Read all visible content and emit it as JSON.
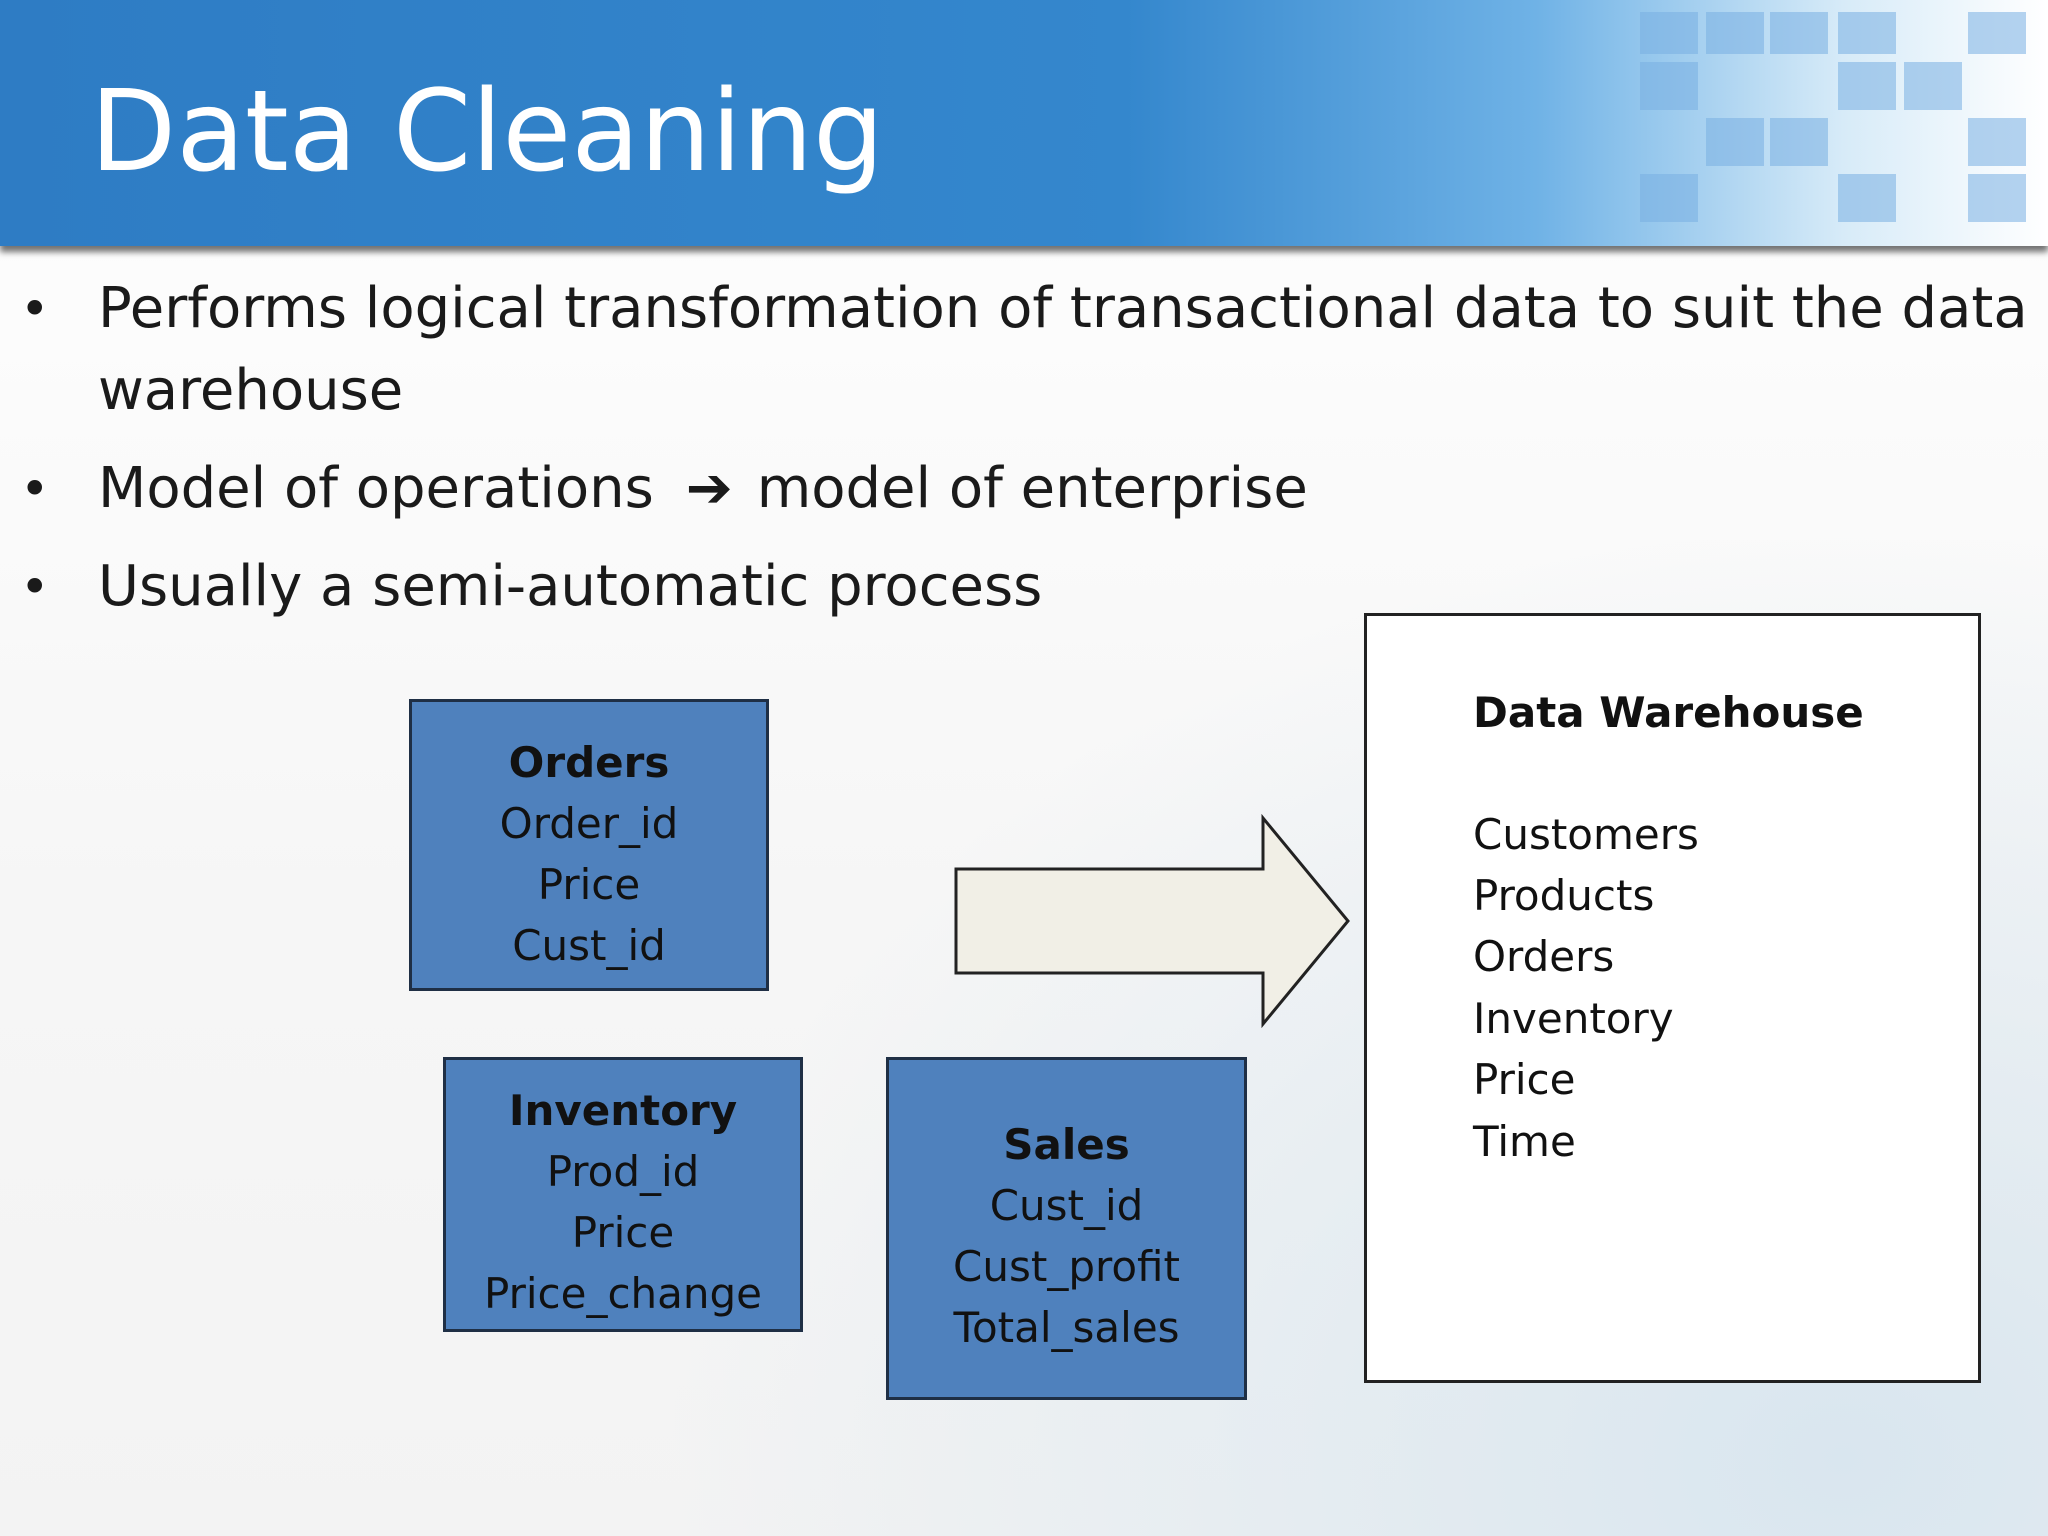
{
  "slide": {
    "title": "Data Cleaning",
    "bullets": [
      {
        "text": "Performs logical transformation of transactional data to suit the data warehouse"
      },
      {
        "text_before": "Model of operations",
        "arrow": "➔",
        "text_after": "model of enterprise"
      },
      {
        "text": "Usually a semi-automatic process"
      }
    ]
  },
  "diagram": {
    "orders": {
      "name": "Orders",
      "fields": [
        "Order_id",
        "Price",
        "Cust_id"
      ]
    },
    "inventory": {
      "name": "Inventory",
      "fields": [
        "Prod_id",
        "Price",
        "Price_change"
      ]
    },
    "sales": {
      "name": "Sales",
      "fields": [
        "Cust_id",
        "Cust_profit",
        "Total_sales"
      ]
    },
    "warehouse": {
      "title": "Data Warehouse",
      "items": [
        "Customers",
        "Products",
        "Orders",
        "Inventory",
        "Price",
        "Time"
      ]
    }
  },
  "colors": {
    "title_bar": "#3487cd",
    "entity_fill": "#4f81bd",
    "arrow_fill": "#f1efe6"
  }
}
